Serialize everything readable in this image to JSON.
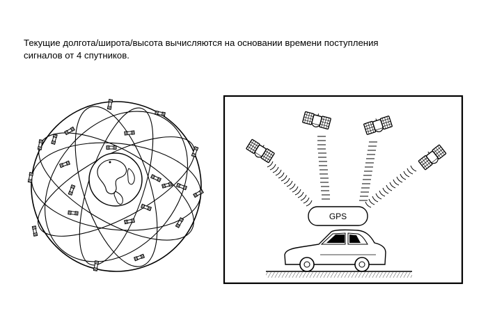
{
  "caption": {
    "line1": "Текущие долгота/широта/высота вычисляются на основании времени поступления",
    "line2": "сигналов от 4 спутников."
  },
  "right_panel": {
    "receiver_label": "GPS"
  },
  "colors": {
    "ink": "#000000",
    "background": "#ffffff"
  },
  "icons": [
    "globe-icon",
    "satellite-icon",
    "car-icon",
    "signal-wave-icon"
  ]
}
